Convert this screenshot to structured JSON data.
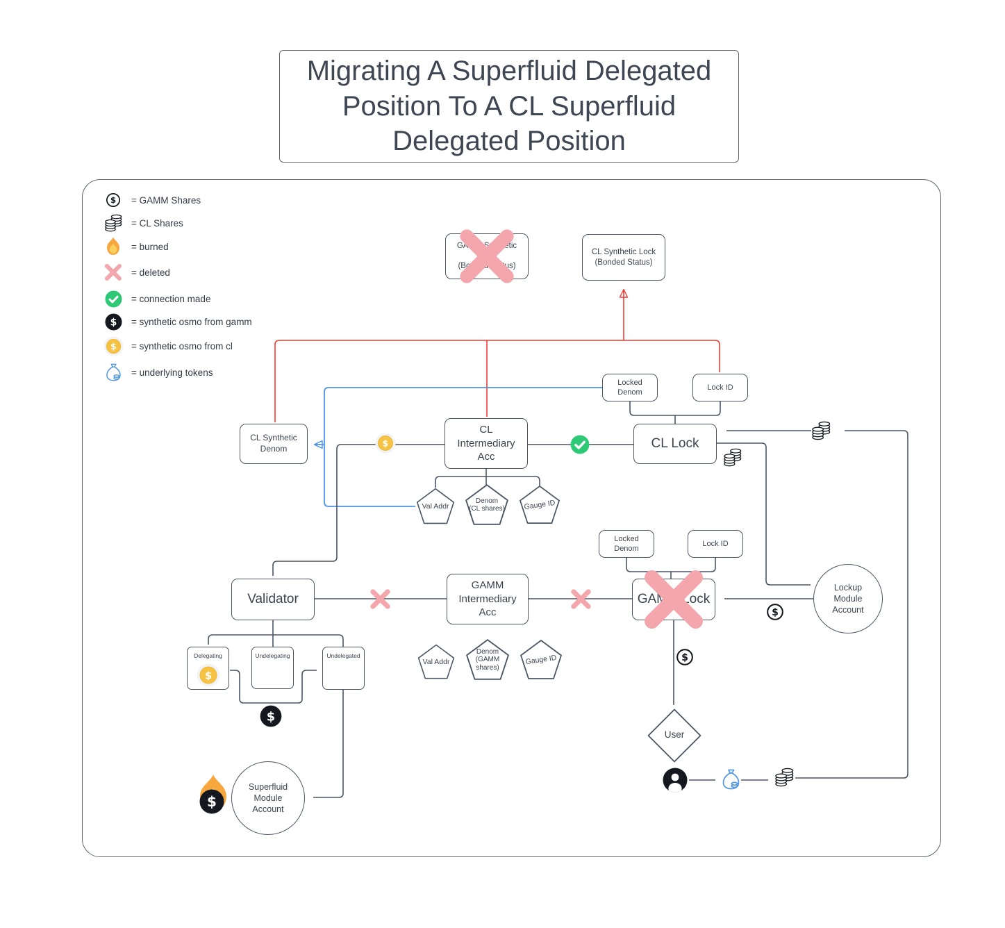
{
  "title": "Migrating A Superfluid Delegated\nPosition To A CL Superfluid\nDelegated Position",
  "legend": {
    "items": [
      {
        "icon": "gamm-shares-icon",
        "label": "= GAMM Shares"
      },
      {
        "icon": "cl-shares-icon",
        "label": "= CL Shares"
      },
      {
        "icon": "burned-icon",
        "label": "= burned"
      },
      {
        "icon": "deleted-icon",
        "label": "= deleted"
      },
      {
        "icon": "connection-made-icon",
        "label": "= connection made"
      },
      {
        "icon": "synthetic-osmo-gamm-icon",
        "label": "= synthetic osmo from gamm"
      },
      {
        "icon": "synthetic-osmo-cl-icon",
        "label": "= synthetic osmo from cl"
      },
      {
        "icon": "underlying-tokens-icon",
        "label": "= underlying tokens"
      }
    ]
  },
  "nodes": {
    "gamm_synthetic_lock": "GAMM Synthetic\nLock\n(Bonded Status)",
    "cl_synthetic_lock": "CL Synthetic Lock\n(Bonded Status)",
    "locked_denom_cl": "Locked\nDenom",
    "lock_id_cl": "Lock ID",
    "cl_synthetic_denom": "CL Synthetic\nDenom",
    "cl_intermediary_acc": "CL\nIntermediary\nAcc",
    "cl_lock": "CL Lock",
    "val_addr_cl": "Val Addr",
    "denom_cl_shares": "Denom\n(CL shares)",
    "gauge_id_cl": "Gauge ID",
    "locked_denom_gamm": "Locked\nDenom",
    "lock_id_gamm": "Lock ID",
    "validator": "Validator",
    "gamm_intermediary_acc": "GAMM\nIntermediary\nAcc",
    "gamm_lock": "GAMM Lock",
    "val_addr_gamm": "Val Addr",
    "denom_gamm_shares": "Denom\n(GAMM\nshares)",
    "gauge_id_gamm": "Gauge ID",
    "delegating": "Delegating",
    "undelegating": "Undelegating",
    "undelegated": "Undelegated",
    "lockup_module_account": "Lockup\nModule\nAccount",
    "superfluid_module_account": "Superfluid\nModule\nAccount",
    "user": "User"
  },
  "colors": {
    "line_dark": "#4b5563",
    "line_red": "#ed3b35",
    "line_blue": "#4d94e8",
    "deleted_pink": "#f3a6ab",
    "connection_green": "#2ec977",
    "synthetic_cl_gold": "#f5c244",
    "synthetic_gamm_black": "#15191f",
    "burned_orange": "#f6a73e",
    "underlying_blue": "#4f97e3"
  }
}
